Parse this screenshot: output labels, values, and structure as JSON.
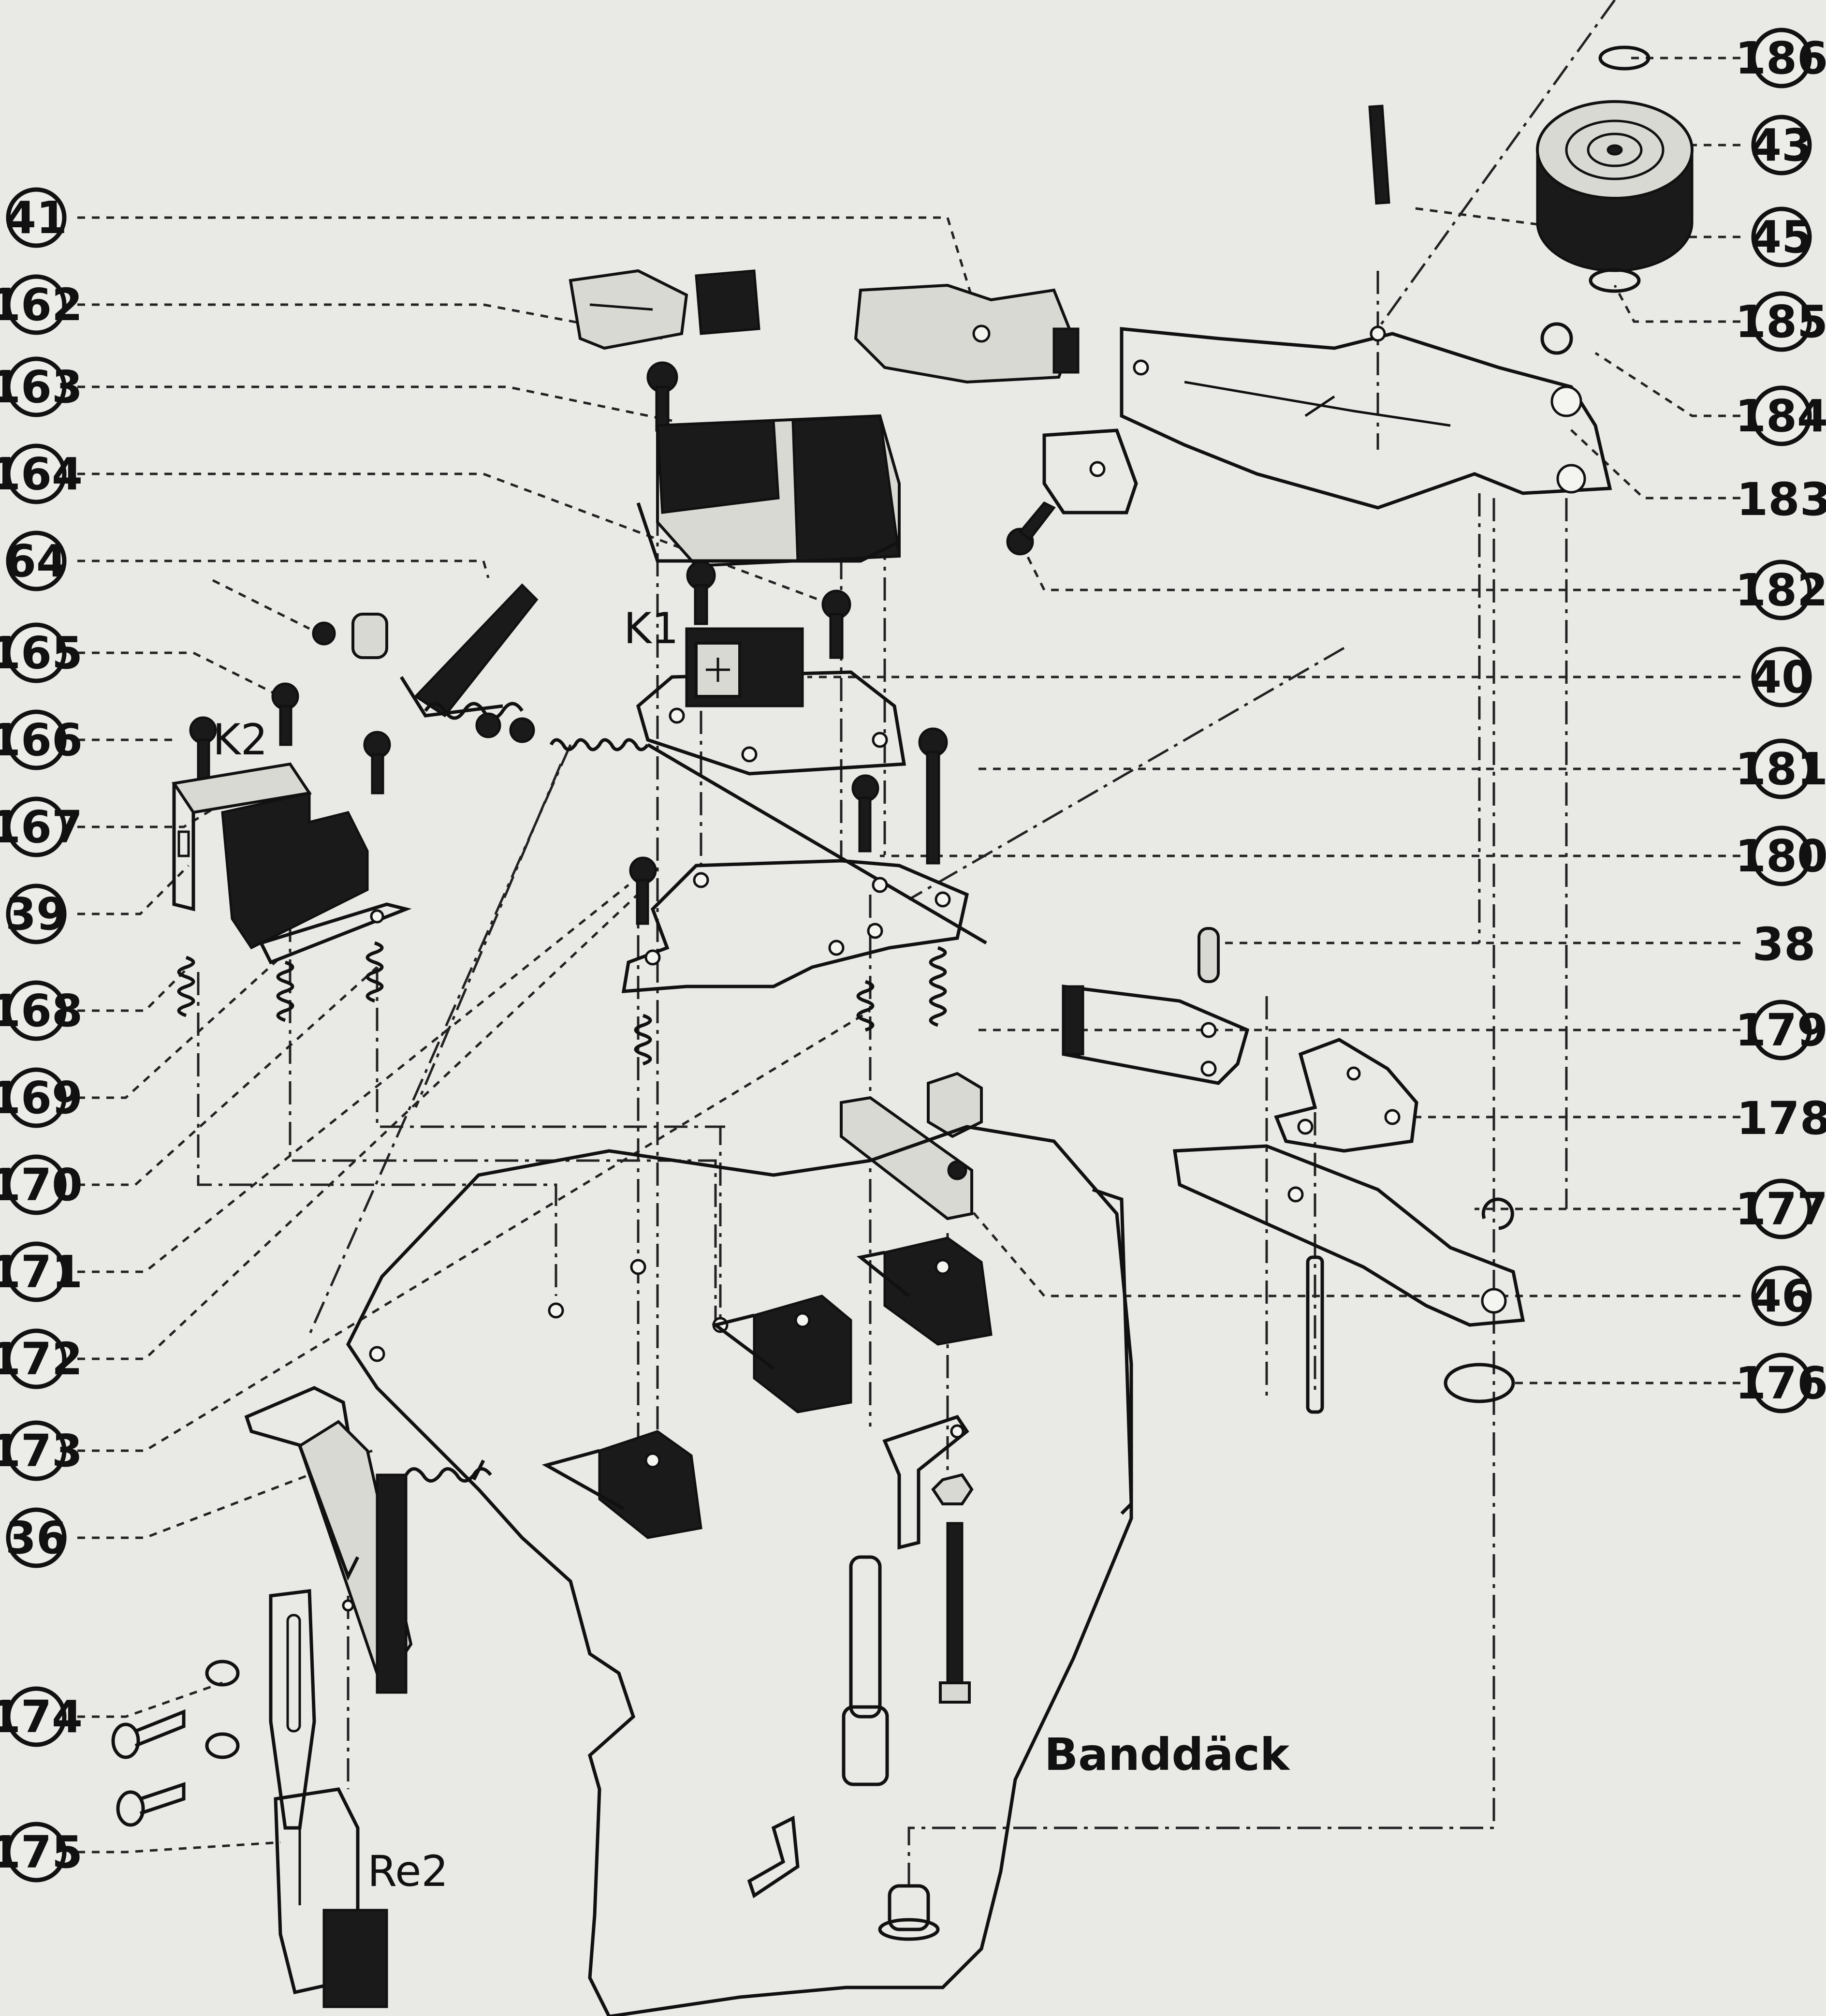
{
  "diagram": {
    "callouts": [
      "41",
      "162",
      "163",
      "164",
      "64",
      "165",
      "166",
      "167",
      "39",
      "168",
      "169",
      "170",
      "171",
      "172",
      "173",
      "36",
      "174",
      "175",
      "186",
      "43",
      "45",
      "185",
      "184",
      "183",
      "182",
      "40",
      "181",
      "180",
      "38",
      "179",
      "178",
      "177",
      "46",
      "176"
    ],
    "part_labels": {
      "k1": "K1",
      "k2": "K2",
      "re2": "Re2"
    },
    "deck_label": "Banddäck"
  }
}
